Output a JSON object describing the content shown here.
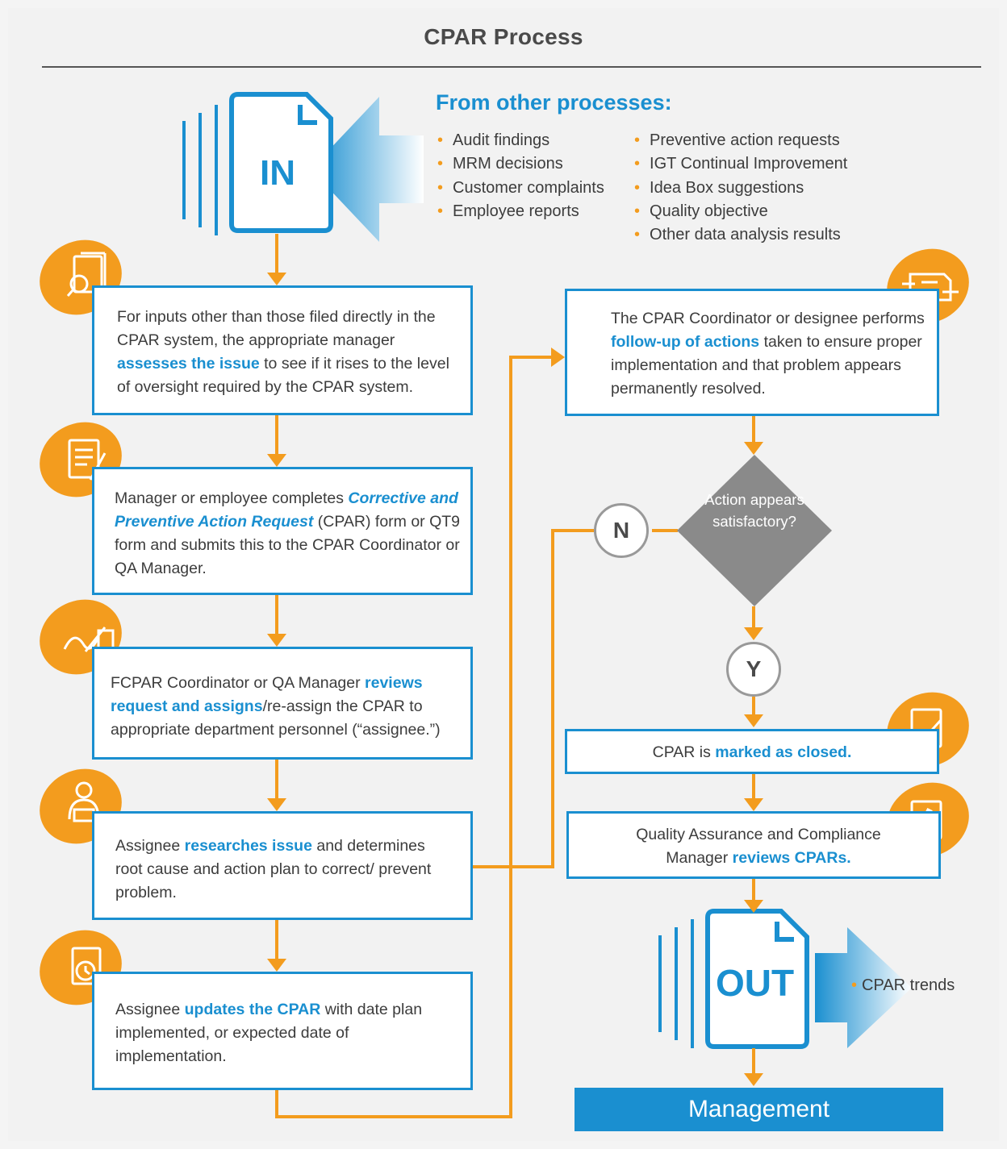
{
  "title": "CPAR Process",
  "from_other": {
    "heading": "From other processes:",
    "left_items": [
      "Audit findings",
      "MRM decisions",
      "Customer complaints",
      "Employee reports"
    ],
    "right_items": [
      "Preventive action requests",
      "IGT Continual Improvement",
      "Idea Box suggestions",
      "Quality objective",
      "Other data analysis results"
    ]
  },
  "in_doc": {
    "label": "IN"
  },
  "out_doc": {
    "label": "OUT",
    "output_item": "CPAR trends"
  },
  "steps": [
    {
      "pre": "For inputs other than those filed directly in the CPAR system, the appropriate manager ",
      "highlight": "assesses the issue",
      "post": " to see if it rises to the level of oversight required by the CPAR system.",
      "icon": "document-search-icon"
    },
    {
      "pre": "Manager or employee completes ",
      "highlight": "Corrective and Preventive Action Request",
      "post": " (CPAR) form or QT9 form and submits this to the CPAR Coordinator or QA Manager.",
      "icon": "form-edit-icon"
    },
    {
      "pre": "FCPAR Coordinator or QA Manager ",
      "highlight": "reviews request and assigns",
      "post": "/re-assign the CPAR to appropriate department personnel (“assignee.”)",
      "icon": "signature-icon"
    },
    {
      "pre": "Assignee ",
      "highlight": "researches issue",
      "post": " and determines root cause and action plan to correct/ prevent problem.",
      "icon": "person-research-icon"
    },
    {
      "pre": "Assignee ",
      "highlight": "updates the CPAR",
      "post": " with date plan implemented, or expected date of implementation.",
      "icon": "document-update-icon"
    },
    {
      "pre": "The CPAR Coordinator or designee performs ",
      "highlight": "follow-up of actions",
      "post": " taken to ensure proper implementation and that problem appears permanently resolved.",
      "icon": "document-exchange-icon"
    },
    {
      "pre": "CPAR is ",
      "highlight": "marked as closed.",
      "post": "",
      "icon": "document-check-icon"
    },
    {
      "pre": "Quality Assurance and Compliance Manager ",
      "highlight": "reviews CPARs.",
      "post": "",
      "icon": "document-thumbs-up-icon"
    }
  ],
  "decision": {
    "question": "Action appears satisfactory?",
    "no": "N",
    "yes": "Y"
  },
  "terminal": "Management",
  "colors": {
    "blue": "#1a8fd0",
    "orange": "#f39c1e",
    "gray": "#8a8a8a"
  }
}
